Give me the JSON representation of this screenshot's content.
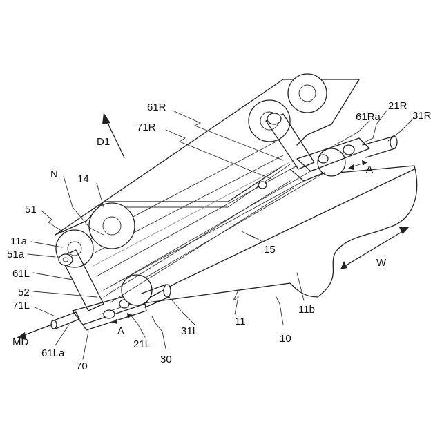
{
  "labels": {
    "r61R": "61R",
    "r21R": "21R",
    "r61Ra": "61Ra",
    "r31R": "31R",
    "r71R": "71R",
    "d1": "D1",
    "n": "N",
    "r14": "14",
    "r51": "51",
    "r11a": "11a",
    "r51a": "51a",
    "r61L": "61L",
    "r52": "52",
    "r71L": "71L",
    "md": "MD",
    "r61La": "61La",
    "r70": "70",
    "r21L": "21L",
    "r30": "30",
    "r31L": "31L",
    "r11": "11",
    "r10": "10",
    "r11b": "11b",
    "r15": "15",
    "w": "W",
    "aRight": "A",
    "aLeft": "A"
  }
}
